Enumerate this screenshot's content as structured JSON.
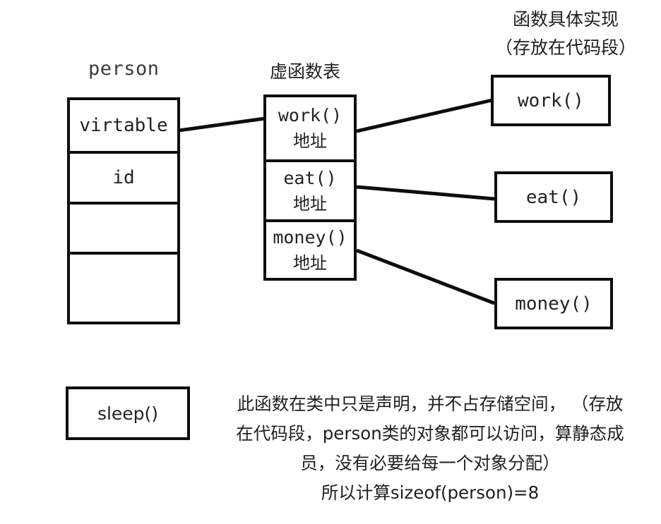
{
  "diagram": {
    "title_person": "person",
    "title_vtable": "虚函数表",
    "title_impl_line1": "函数具体实现",
    "title_impl_line2": "（存放在代码段）",
    "person_struct": {
      "cells": [
        {
          "label": "virtable"
        },
        {
          "label": "id"
        },
        {
          "label": ""
        },
        {
          "label": ""
        }
      ]
    },
    "vtable": {
      "entries": [
        {
          "fn": "work()",
          "addr": "地址"
        },
        {
          "fn": "eat()",
          "addr": "地址"
        },
        {
          "fn": "money()",
          "addr": "地址"
        }
      ]
    },
    "implementations": [
      {
        "label": "work()"
      },
      {
        "label": "eat()"
      },
      {
        "label": "money()"
      }
    ],
    "sleep_box": {
      "label": "sleep()"
    },
    "note": {
      "line1": "此函数在类中只是声明，并不占存储空间， （存放",
      "line2": "在代码段，person类的对象都可以访问，算静态成",
      "line3": "员，没有必要给每一个对象分配）",
      "line4": "所以计算sizeof(person)=8"
    },
    "colors": {
      "stroke": "#0d0d0d",
      "text": "#1f1f1f",
      "background": "#ffffff"
    }
  }
}
